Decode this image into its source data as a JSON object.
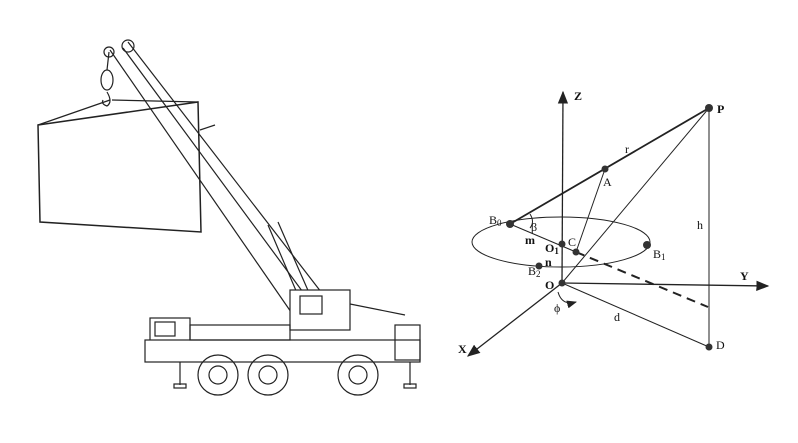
{
  "figure": {
    "left_panel": "crane-illustration",
    "labels": {
      "Z": "Z",
      "Y": "Y",
      "X": "X",
      "O": "O",
      "P": "P",
      "r": "r",
      "A": "A",
      "B0": "B",
      "B0_sub": "0",
      "beta": "β",
      "m": "m",
      "O1": "O",
      "O1_sub": "1",
      "C": "C",
      "B1": "B",
      "B1_sub": "1",
      "n": "n",
      "B2": "B",
      "B2_sub": "2",
      "h": "h",
      "phi": "ϕ",
      "d": "d",
      "D": "D"
    }
  }
}
